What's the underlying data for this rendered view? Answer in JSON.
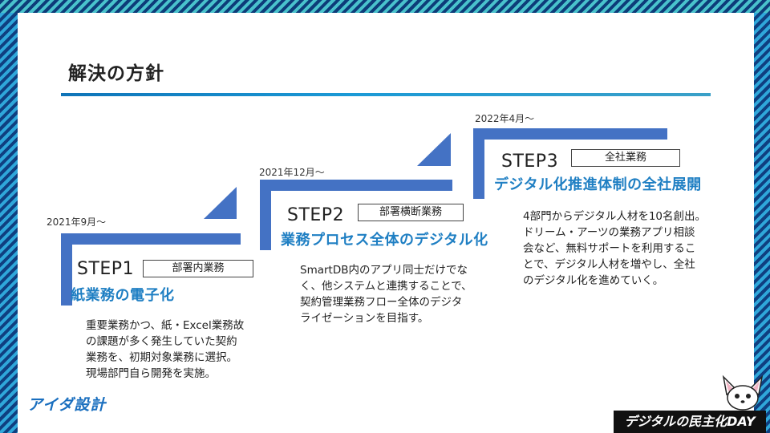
{
  "title": "解決の方針",
  "logo": "アイダ設計",
  "event_banner": "デジタルの民主化DAY",
  "colors": {
    "accent": "#4472c4",
    "heading_blue": "#1f7fc3",
    "rule": "#1b9ad6"
  },
  "steps": [
    {
      "date": "2021年9月～",
      "step": "STEP1",
      "badge": "部署内業務",
      "heading": "紙業務の電子化",
      "desc": [
        "重要業務かつ、紙・Excel業務故",
        "の課題が多く発生していた契約",
        "業務を、初期対象業務に選択。",
        "現場部門自ら開発を実施。"
      ]
    },
    {
      "date": "2021年12月～",
      "step": "STEP2",
      "badge": "部署横断業務",
      "heading": "業務プロセス全体のデジタル化",
      "desc": [
        "SmartDB内のアプリ同士だけでな",
        "く、他システムと連携することで、",
        "契約管理業務フロー全体のデジタ",
        "ライゼーションを目指す。"
      ]
    },
    {
      "date": "2022年4月～",
      "step": "STEP3",
      "badge": "全社業務",
      "heading": "デジタル化推進体制の全社展開",
      "desc": [
        "4部門からデジタル人材を10名創出。",
        "ドリーム・アーツの業務アプリ相談",
        "会など、無料サポートを利用するこ",
        "とで、デジタル人材を増やし、全社",
        "のデジタル化を進めていく。"
      ]
    }
  ]
}
